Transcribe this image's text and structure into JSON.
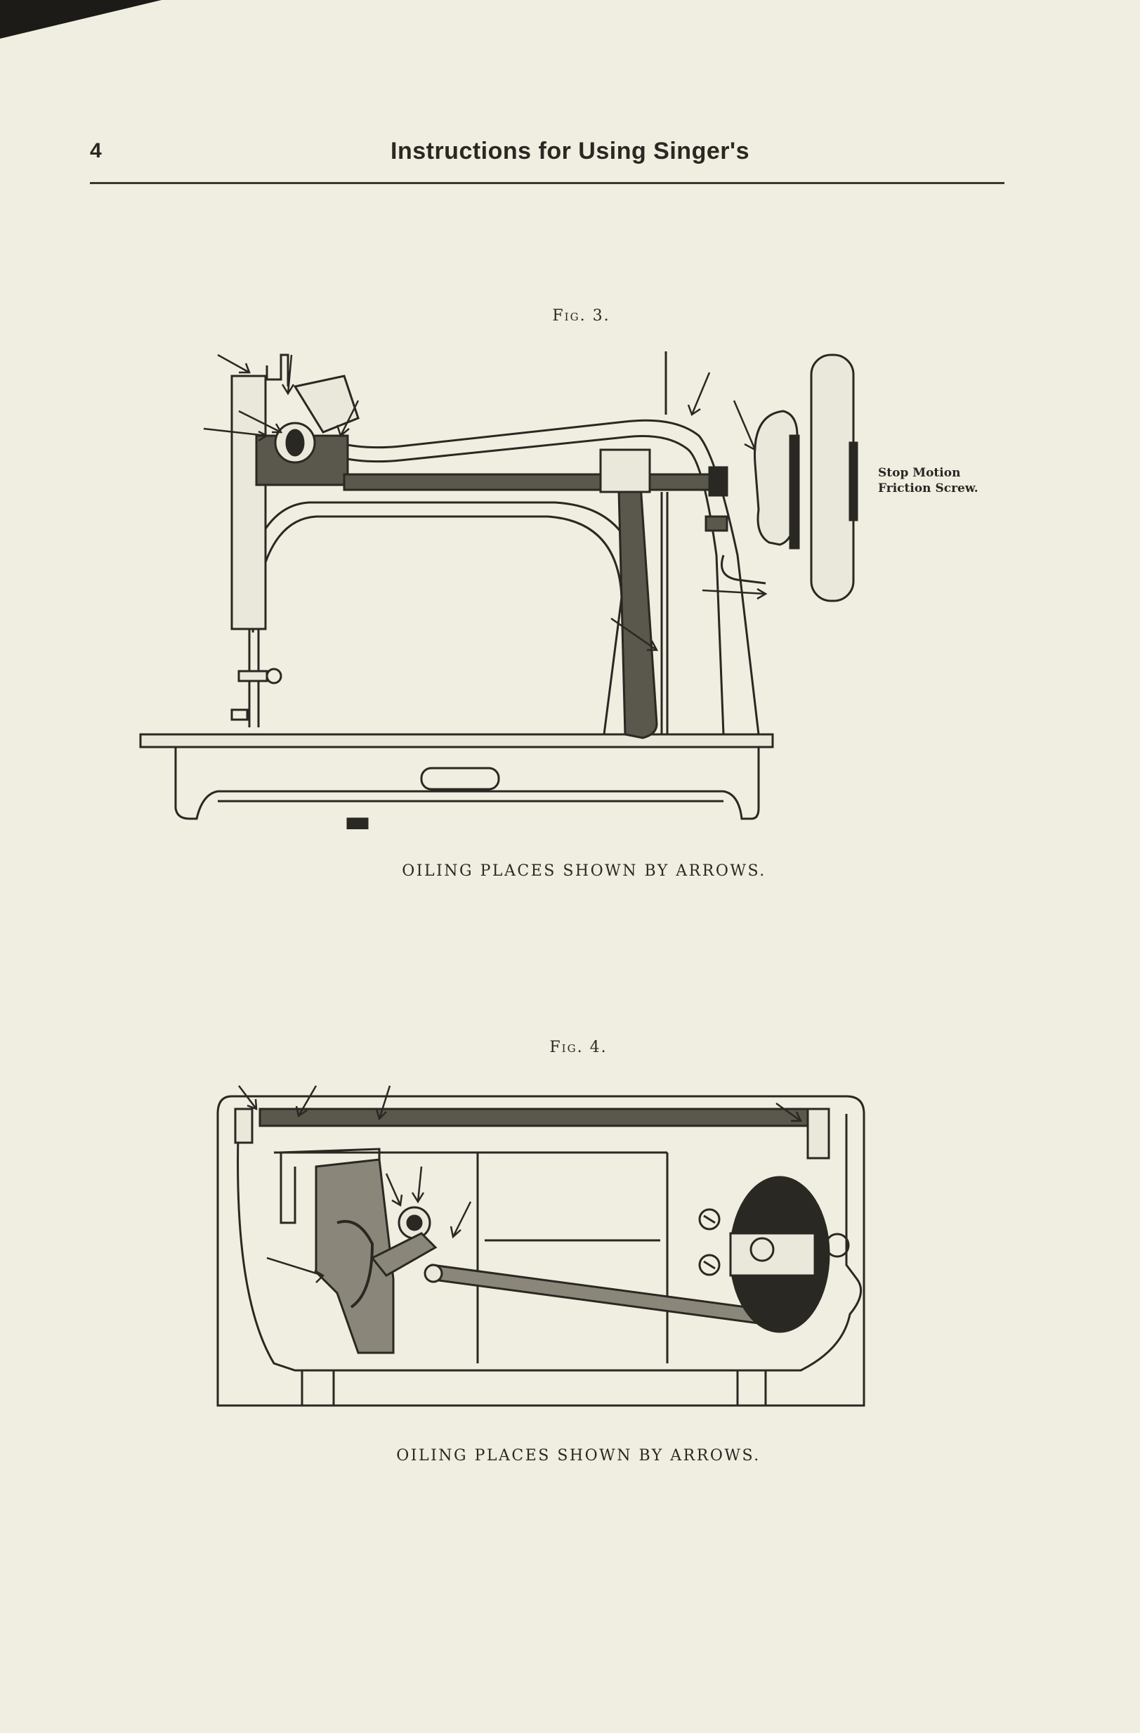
{
  "page_number": "4",
  "running_head": "Instructions for Using Singer's",
  "figures": [
    {
      "label": "Fig. 3.",
      "caption": "OILING PLACES SHOWN BY ARROWS.",
      "annotation": [
        "Stop Motion",
        "Friction Screw."
      ]
    },
    {
      "label": "Fig. 4.",
      "caption": "OILING PLACES SHOWN BY ARROWS."
    }
  ],
  "colors": {
    "paper": "#efeee0",
    "ink": "#2a2822"
  }
}
